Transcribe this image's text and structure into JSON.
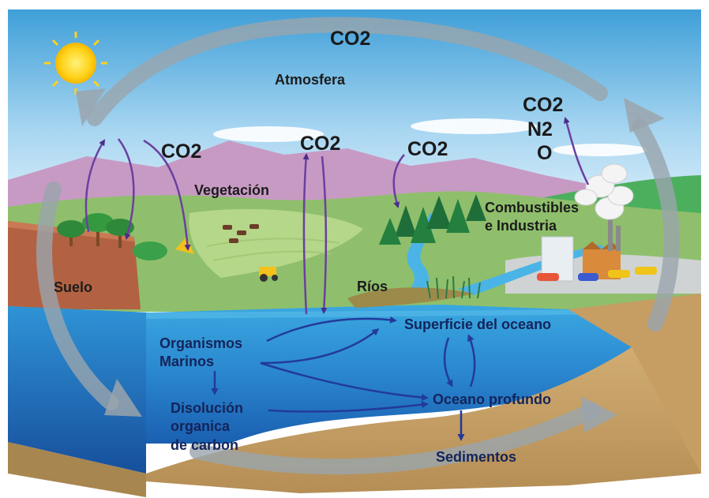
{
  "labels": {
    "co2_atmosphere": "CO2",
    "atmosfera": "Atmosfera",
    "co2_soil": "CO2",
    "co2_vegetation": "CO2",
    "co2_forest": "CO2",
    "emissions_line1": "CO2",
    "emissions_line2": "N2",
    "emissions_line3": "O",
    "vegetacion": "Vegetación",
    "combustibles_line1": "Combustibles",
    "combustibles_line2": "e Industria",
    "suelo": "Suelo",
    "rios": "Ríos",
    "superficie_oceano": "Superficie del oceano",
    "organismos_line1": "Organismos",
    "organismos_line2": "Marinos",
    "disolucion_line1": "Disolución",
    "disolucion_line2": "organica",
    "disolucion_line3": "de carbon",
    "oceano_profundo": "Oceano profundo",
    "sedimentos": "Sedimentos"
  },
  "colors": {
    "sky_top": "#3f9fd8",
    "sky_bottom": "#e6f3fb",
    "mountains": "#c79ac4",
    "hills": "#8fbf6c",
    "ocean_surface": "#3aa8e0",
    "ocean_deep": "#1a5fb0",
    "soil": "#b26242",
    "seabed": "#c9a66b",
    "flow_arrows": "#6b3fa0",
    "cycle_arrow": "#9aa5ad"
  },
  "icons": [
    "sun-icon",
    "tree-icon",
    "cow-icon",
    "tractor-icon",
    "factory-icon",
    "car-icon",
    "smoke-icon"
  ]
}
